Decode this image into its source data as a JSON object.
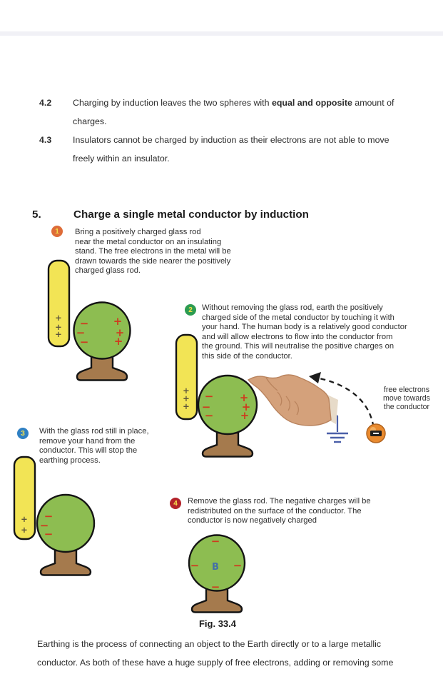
{
  "page": {
    "section_items": [
      {
        "num": "4.2",
        "line1_pre": "Charging by induction leaves the two spheres with ",
        "line1_bold": "equal and opposite",
        "line1_post": " amount of",
        "line2": "charges."
      },
      {
        "num": "4.3",
        "line1": "Insulators cannot be charged by induction as their electrons are not able to move",
        "line2": "freely within an insulator."
      }
    ],
    "heading": {
      "num": "5.",
      "title": "Charge a single metal conductor by induction"
    },
    "steps": [
      {
        "num": "1",
        "lines": [
          "Bring a positively charged glass rod",
          "near the metal conductor on an insulating",
          "stand. The free electrons in the metal will be",
          "drawn towards the side nearer the positively",
          "charged glass rod."
        ]
      },
      {
        "num": "2",
        "lines": [
          "Without removing the glass rod, earth the positively",
          "charged side of the metal conductor by touching it with",
          "your hand. The human body is a relatively good conductor",
          "and will allow electrons to flow into the conductor from",
          "the ground. This will neutralise the positive charges on",
          "this side of the conductor."
        ]
      },
      {
        "num": "3",
        "lines": [
          "With the glass rod still in place,",
          "remove your hand from the",
          "conductor. This will stop the",
          "earthing process."
        ]
      },
      {
        "num": "4",
        "lines": [
          "Remove the glass rod. The negative charges will be",
          "redistributed on the surface of the conductor. The",
          "conductor is now negatively charged"
        ]
      }
    ],
    "annotation": {
      "line1": "free electrons",
      "line2": "move towards",
      "line3": "the conductor"
    },
    "fig_caption": "Fig. 33.4",
    "footer_lines": [
      "Earthing is the process of connecting an object to the Earth directly or to a large metallic",
      "conductor. As both of these have a huge supply of free electrons, adding or removing some"
    ],
    "signs": {
      "plus": "+",
      "minus": "−"
    },
    "labels": {
      "sphere_b": "B"
    }
  },
  "colors": {
    "text": "#2b2b2b",
    "divider": "#f1f1f6",
    "rod-fill": "#f2e455",
    "outline": "#141414",
    "sphere-fill": "#8dbd51",
    "stand-fill": "#a57a4d",
    "charge-red": "#ce3b1e",
    "rod-plus": "#5b533b",
    "badge1": "#de6c38",
    "badge2": "#2d9c51",
    "badge3": "#2f80c3",
    "badge4": "#b3232b",
    "badge-num": "#f4e04a",
    "wire-blue": "#4a5fa8",
    "electron-orange": "#e98a2e",
    "arrow": "#1c1c1c",
    "hand-skin": "#d4a17b",
    "hand-shade": "#b9835d",
    "sleeve": "#e7dbc9",
    "fig-blue": "#4470a6"
  }
}
